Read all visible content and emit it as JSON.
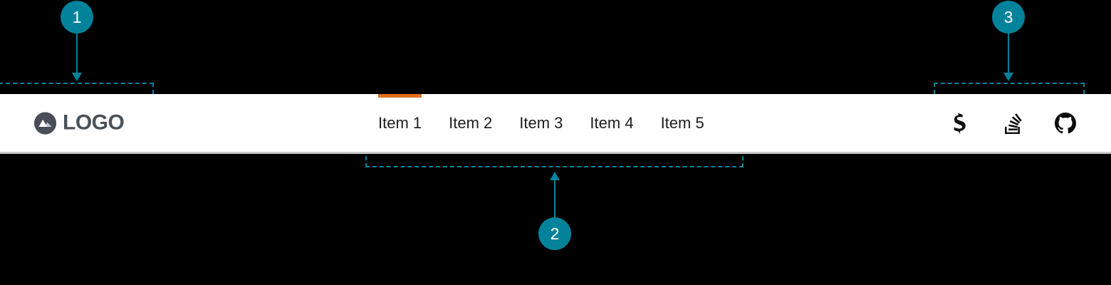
{
  "colors": {
    "page_background": "#000000",
    "navbar_background": "#ffffff",
    "navbar_border": "#c9c9c9",
    "accent_active": "#e2701e",
    "annotation_teal": "#00829b",
    "brand_text": "#4a5159",
    "brand_mark": "#474e57",
    "nav_text": "#1c1c1c",
    "icon": "#0d0d0d"
  },
  "navbar": {
    "brand": {
      "logo_icon_name": "mountain-logo-icon",
      "text": "LOGO"
    },
    "items": [
      {
        "label": "Item 1",
        "active": true
      },
      {
        "label": "Item 2",
        "active": false
      },
      {
        "label": "Item 3",
        "active": false
      },
      {
        "label": "Item 4",
        "active": false
      },
      {
        "label": "Item 5",
        "active": false
      }
    ],
    "social": [
      {
        "name": "superuser-icon",
        "label": "Superuser"
      },
      {
        "name": "stack-overflow-icon",
        "label": "Stack Overflow"
      },
      {
        "name": "github-icon",
        "label": "GitHub"
      }
    ]
  },
  "annotations": [
    {
      "number": "1",
      "target": "brand-logo-region",
      "direction": "down"
    },
    {
      "number": "2",
      "target": "nav-items-region",
      "direction": "up"
    },
    {
      "number": "3",
      "target": "social-icons-region",
      "direction": "down"
    }
  ]
}
